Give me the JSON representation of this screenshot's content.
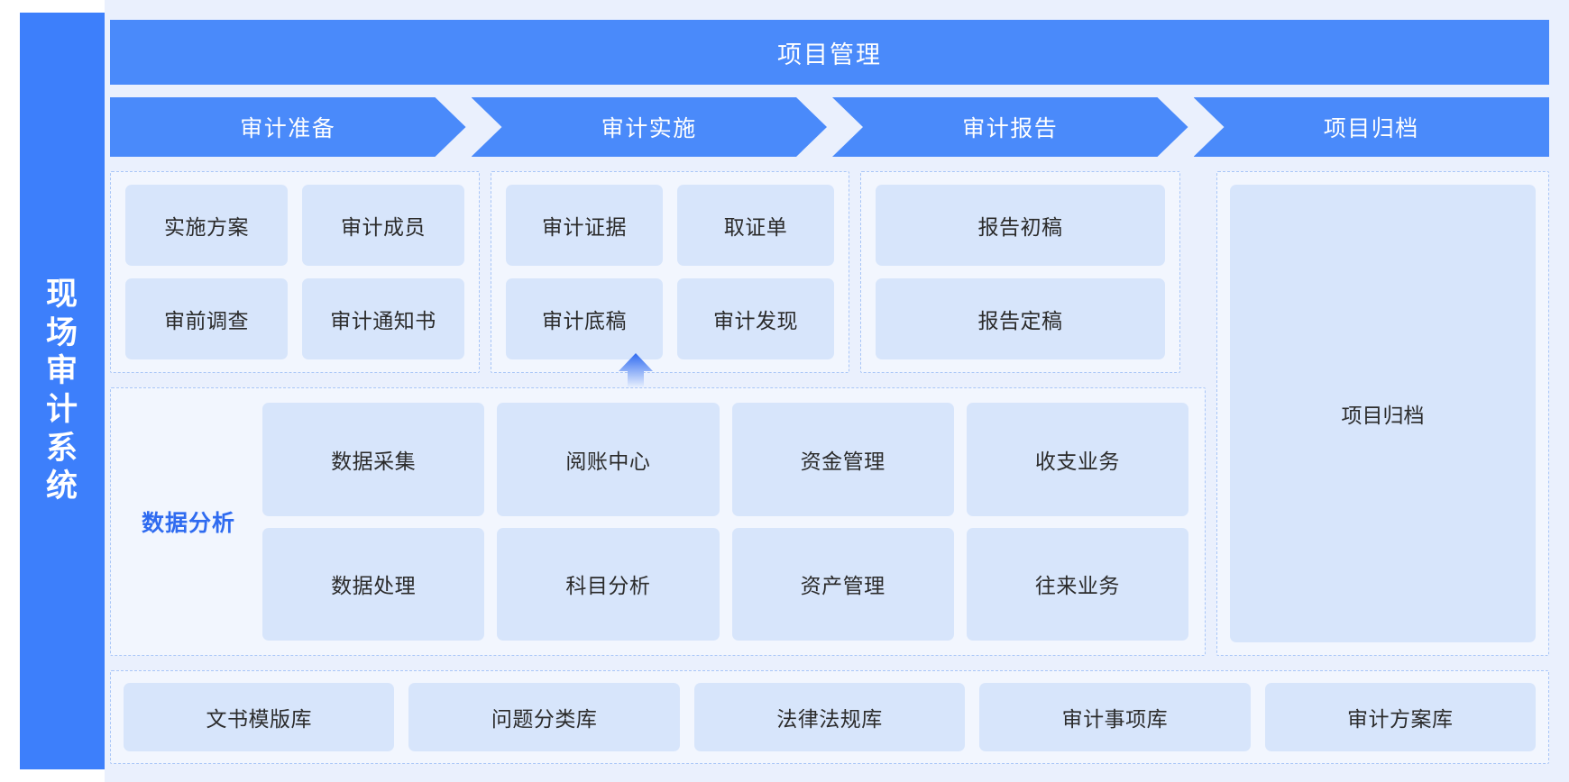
{
  "system": {
    "rail_title": "现场审计系统"
  },
  "banner": {
    "title": "项目管理"
  },
  "stages": [
    {
      "label": "审计准备"
    },
    {
      "label": "审计实施"
    },
    {
      "label": "审计报告"
    },
    {
      "label": "项目归档"
    }
  ],
  "phases": {
    "preparation": {
      "tiles": [
        "实施方案",
        "审计成员",
        "审前调查",
        "审计通知书"
      ]
    },
    "execution": {
      "tiles": [
        "审计证据",
        "取证单",
        "审计底稿",
        "审计发现"
      ]
    },
    "report": {
      "tiles": [
        "报告初稿",
        "报告定稿"
      ]
    },
    "archive": {
      "tiles": [
        "项目归档"
      ]
    }
  },
  "analysis": {
    "label": "数据分析",
    "tiles": [
      "数据采集",
      "阅账中心",
      "资金管理",
      "收支业务",
      "数据处理",
      "科目分析",
      "资产管理",
      "往来业务"
    ]
  },
  "library": {
    "tiles": [
      "文书模版库",
      "问题分类库",
      "法律法规库",
      "审计事项库",
      "审计方案库"
    ]
  },
  "colors": {
    "rail": "#3d7ffb",
    "banner": "#4a8afa",
    "stage": "#4a8afa",
    "tile": "#d7e5fb",
    "panel": "#eaf0fd",
    "dashed_border": "#a9c6f7",
    "accent_text": "#2f6bf0"
  }
}
